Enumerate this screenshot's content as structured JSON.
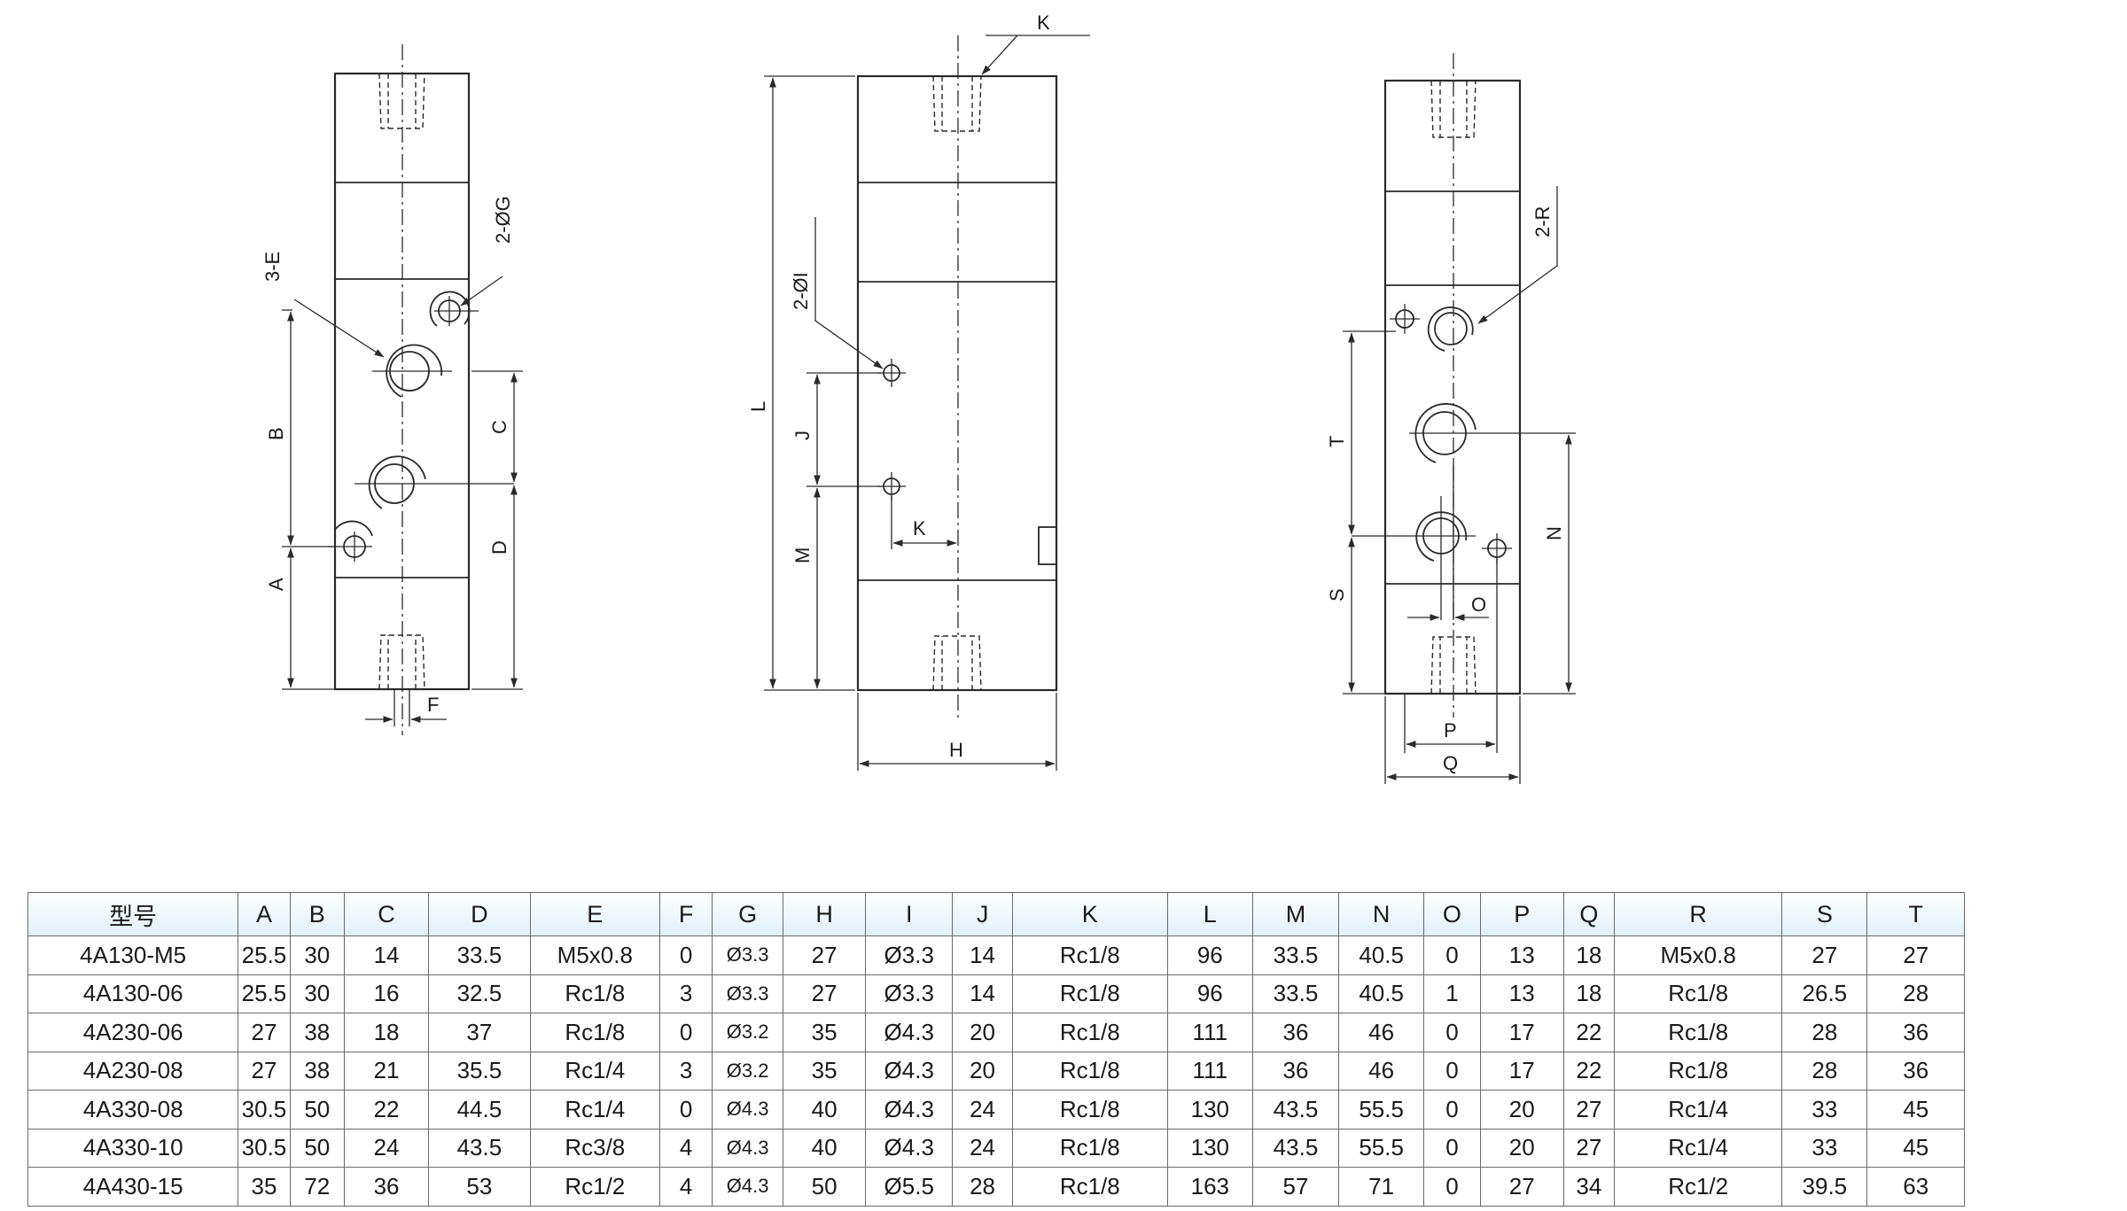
{
  "drawing": {
    "labels": {
      "e3": "3-E",
      "g2": "2-ØG",
      "a": "A",
      "b": "B",
      "c": "C",
      "d": "D",
      "f": "F",
      "k_top": "K",
      "l": "L",
      "i2": "2-ØI",
      "j": "J",
      "m": "M",
      "k_mid": "K",
      "h": "H",
      "r2": "2-R",
      "t": "T",
      "s": "S",
      "n": "N",
      "o": "O",
      "p": "P",
      "q": "Q"
    }
  },
  "table": {
    "headers": [
      "型号",
      "A",
      "B",
      "C",
      "D",
      "E",
      "F",
      "G",
      "H",
      "I",
      "J",
      "K",
      "L",
      "M",
      "N",
      "O",
      "P",
      "Q",
      "R",
      "S",
      "T"
    ],
    "rows": [
      [
        "4A130-M5",
        "25.5",
        "30",
        "14",
        "33.5",
        "M5x0.8",
        "0",
        "Ø3.3",
        "27",
        "Ø3.3",
        "14",
        "Rc1/8",
        "96",
        "33.5",
        "40.5",
        "0",
        "13",
        "18",
        "M5x0.8",
        "27",
        "27"
      ],
      [
        "4A130-06",
        "25.5",
        "30",
        "16",
        "32.5",
        "Rc1/8",
        "3",
        "Ø3.3",
        "27",
        "Ø3.3",
        "14",
        "Rc1/8",
        "96",
        "33.5",
        "40.5",
        "1",
        "13",
        "18",
        "Rc1/8",
        "26.5",
        "28"
      ],
      [
        "4A230-06",
        "27",
        "38",
        "18",
        "37",
        "Rc1/8",
        "0",
        "Ø3.2",
        "35",
        "Ø4.3",
        "20",
        "Rc1/8",
        "111",
        "36",
        "46",
        "0",
        "17",
        "22",
        "Rc1/8",
        "28",
        "36"
      ],
      [
        "4A230-08",
        "27",
        "38",
        "21",
        "35.5",
        "Rc1/4",
        "3",
        "Ø3.2",
        "35",
        "Ø4.3",
        "20",
        "Rc1/8",
        "111",
        "36",
        "46",
        "0",
        "17",
        "22",
        "Rc1/8",
        "28",
        "36"
      ],
      [
        "4A330-08",
        "30.5",
        "50",
        "22",
        "44.5",
        "Rc1/4",
        "0",
        "Ø4.3",
        "40",
        "Ø4.3",
        "24",
        "Rc1/8",
        "130",
        "43.5",
        "55.5",
        "0",
        "20",
        "27",
        "Rc1/4",
        "33",
        "45"
      ],
      [
        "4A330-10",
        "30.5",
        "50",
        "24",
        "43.5",
        "Rc3/8",
        "4",
        "Ø4.3",
        "40",
        "Ø4.3",
        "24",
        "Rc1/8",
        "130",
        "43.5",
        "55.5",
        "0",
        "20",
        "27",
        "Rc1/4",
        "33",
        "45"
      ],
      [
        "4A430-15",
        "35",
        "72",
        "36",
        "53",
        "Rc1/2",
        "4",
        "Ø4.3",
        "50",
        "Ø5.5",
        "28",
        "Rc1/8",
        "163",
        "57",
        "71",
        "0",
        "27",
        "34",
        "Rc1/2",
        "39.5",
        "63"
      ]
    ]
  }
}
